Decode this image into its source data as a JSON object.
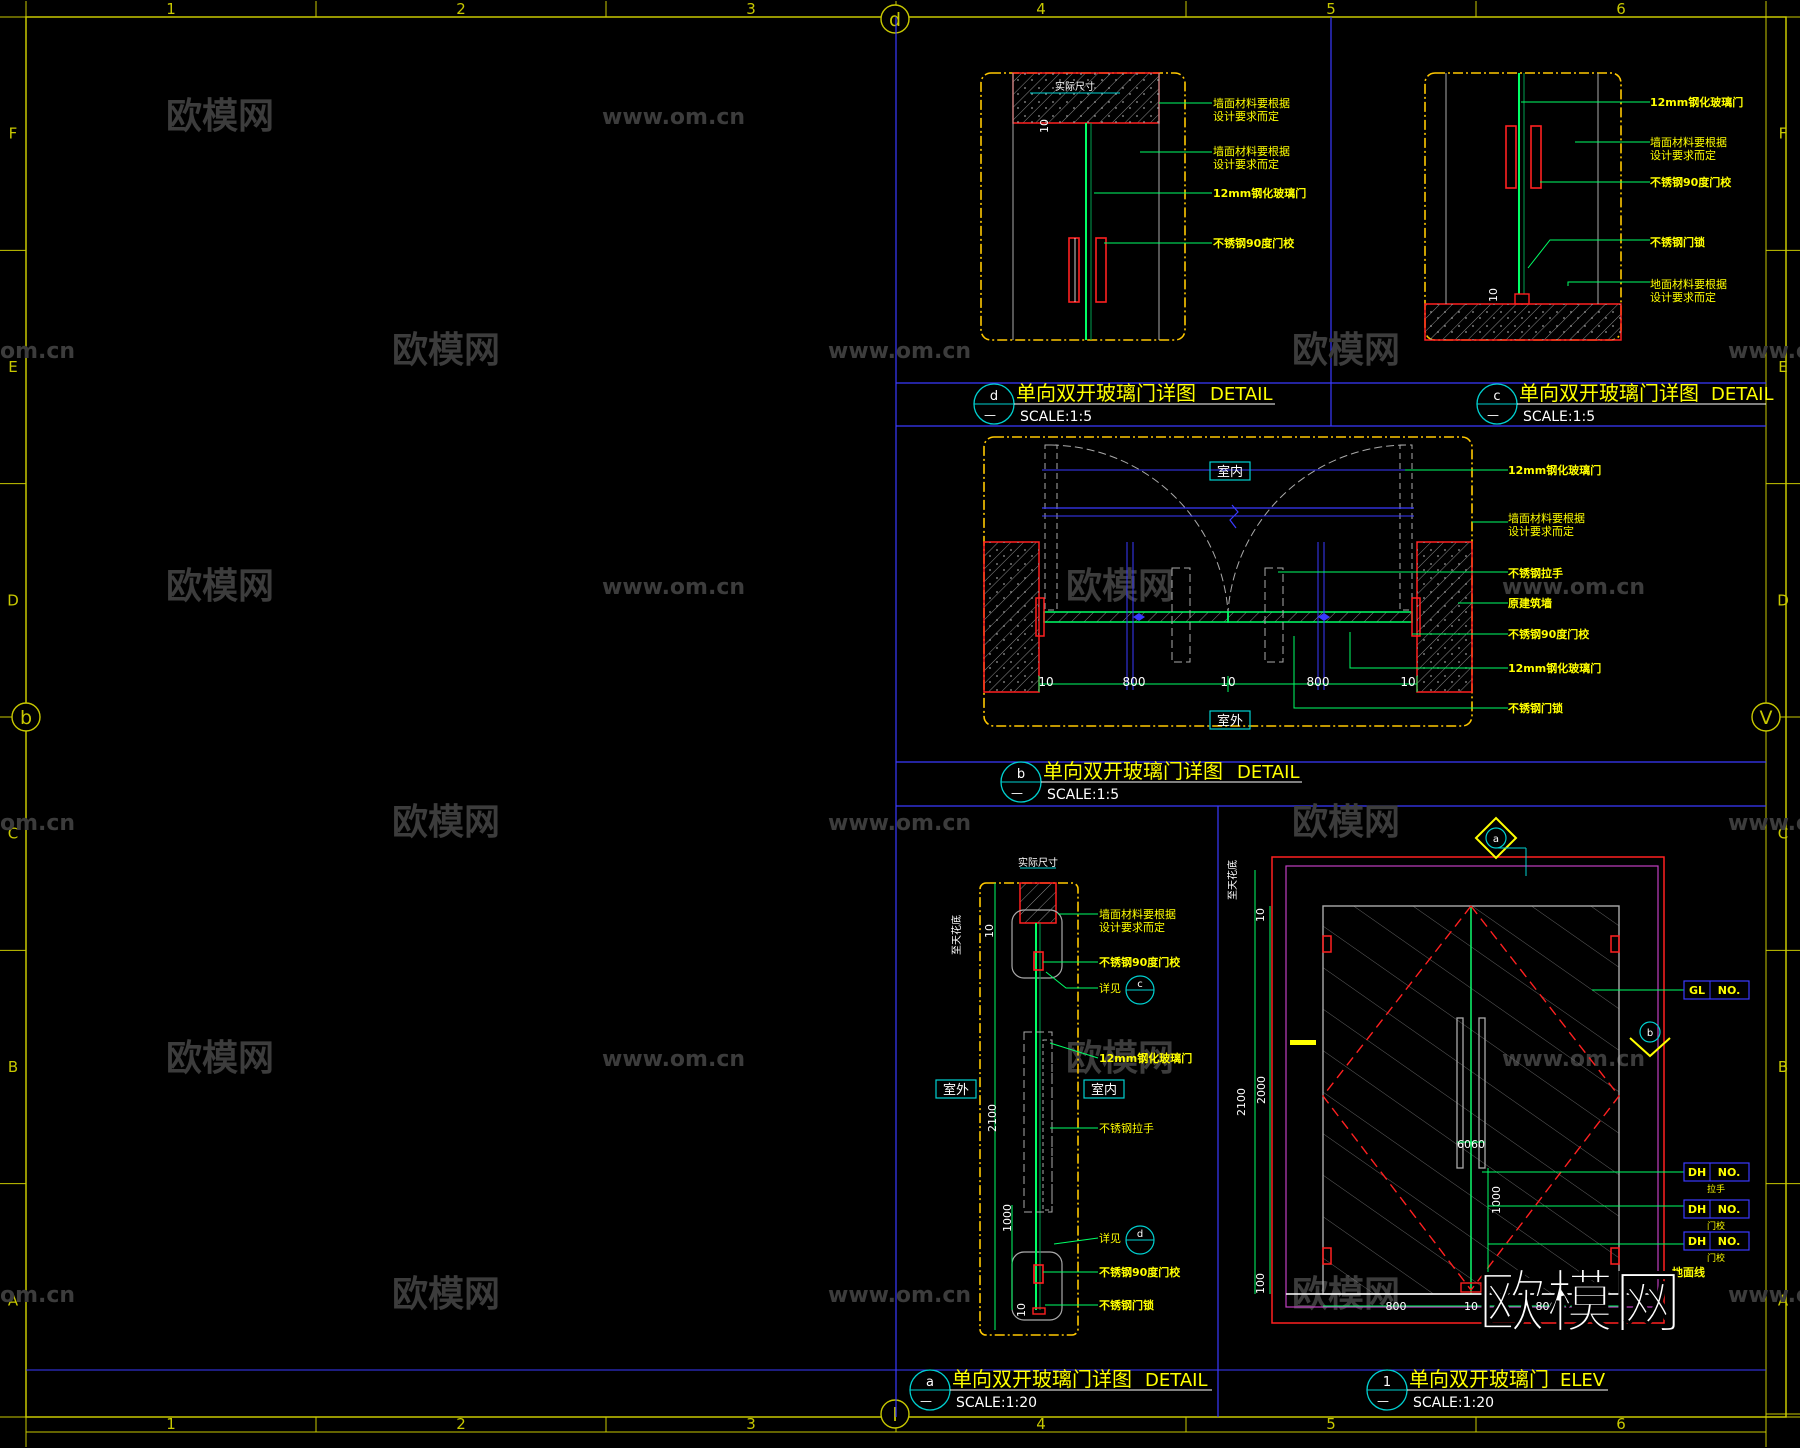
{
  "colors": {
    "background": "#000000",
    "frame": "#c8c800",
    "grid": "#3a3aff",
    "dim": "#00d0d0",
    "leader": "#00ff66",
    "label": "#ffff00",
    "outline": "#ffc800",
    "red": "#ff2020",
    "white": "#ffffff",
    "hatch": "#9a9a9a",
    "watermark": "#3c3c3c"
  },
  "border": {
    "columns": [
      "1",
      "2",
      "3",
      "4",
      "5",
      "6"
    ],
    "rows": [
      "F",
      "E",
      "D",
      "C",
      "B",
      "A"
    ],
    "top_marker": "d",
    "bottom_marker": "l",
    "left_marker": "b",
    "right_marker": "V"
  },
  "watermarks": {
    "cn": "欧模网",
    "url": "www.om.cn",
    "url_short": "om.cn",
    "corner_logo": "欧模网"
  },
  "panels": {
    "d": {
      "tag": "d",
      "tag_sub": "—",
      "title": "单向双开玻璃门详图",
      "title_en": "DETAIL",
      "scale": "SCALE:1:5",
      "actual_size": "实际尺寸",
      "dim_10": "10",
      "labels": [
        "墙面材料要根据",
        "设计要求而定",
        "墙面材料要根据",
        "设计要求而定",
        "12mm钢化玻璃门",
        "不锈钢90度门校"
      ]
    },
    "c": {
      "tag": "c",
      "tag_sub": "—",
      "title": "单向双开玻璃门详图",
      "title_en": "DETAIL",
      "scale": "SCALE:1:5",
      "dim_10": "10",
      "labels": [
        "12mm钢化玻璃门",
        "墙面材料要根据",
        "设计要求而定",
        "不锈钢90度门校",
        "不锈钢门锁",
        "地面材料要根据",
        "设计要求而定"
      ]
    },
    "b": {
      "tag": "b",
      "tag_sub": "—",
      "title": "单向双开玻璃门详图",
      "title_en": "DETAIL",
      "scale": "SCALE:1:5",
      "indoor": "室内",
      "outdoor": "室外",
      "dims": [
        "10",
        "800",
        "10",
        "800",
        "10"
      ],
      "labels": [
        "12mm钢化玻璃门",
        "墙面材料要根据",
        "设计要求而定",
        "不锈钢拉手",
        "原建筑墙",
        "不锈钢90度门校",
        "12mm钢化玻璃门",
        "不锈钢门锁"
      ]
    },
    "a": {
      "tag": "a",
      "tag_sub": "—",
      "title": "单向双开玻璃门详图",
      "title_en": "DETAIL",
      "scale": "SCALE:1:20",
      "actual_size": "实际尺寸",
      "ceiling": "至天花底",
      "outdoor": "室外",
      "indoor": "室内",
      "dims": [
        "10",
        "2100",
        "1000",
        "10"
      ],
      "see_c": "详见",
      "see_c_tag": "c",
      "see_d": "详见",
      "see_d_tag": "d",
      "labels": [
        "墙面材料要根据",
        "设计要求而定",
        "不锈钢90度门校",
        "12mm钢化玻璃门",
        "不锈钢拉手",
        "不锈钢90度门校",
        "不锈钢门锁"
      ]
    },
    "elev": {
      "tag": "1",
      "tag_sub": "—",
      "title": "单向双开玻璃门",
      "title_en": "ELEV",
      "scale": "SCALE:1:20",
      "ceiling": "至天花底",
      "dims_v": [
        "10",
        "2100",
        "2000",
        "100",
        "1000"
      ],
      "dims_h": [
        "800",
        "10",
        "800"
      ],
      "handle_dim": "6060",
      "gl": "GL",
      "no": "NO.",
      "dh": "DH",
      "dh_sub": [
        "拉手",
        "门校",
        "门校"
      ],
      "floor_line": "地面线",
      "marker_a": "a",
      "marker_b": "b"
    }
  }
}
